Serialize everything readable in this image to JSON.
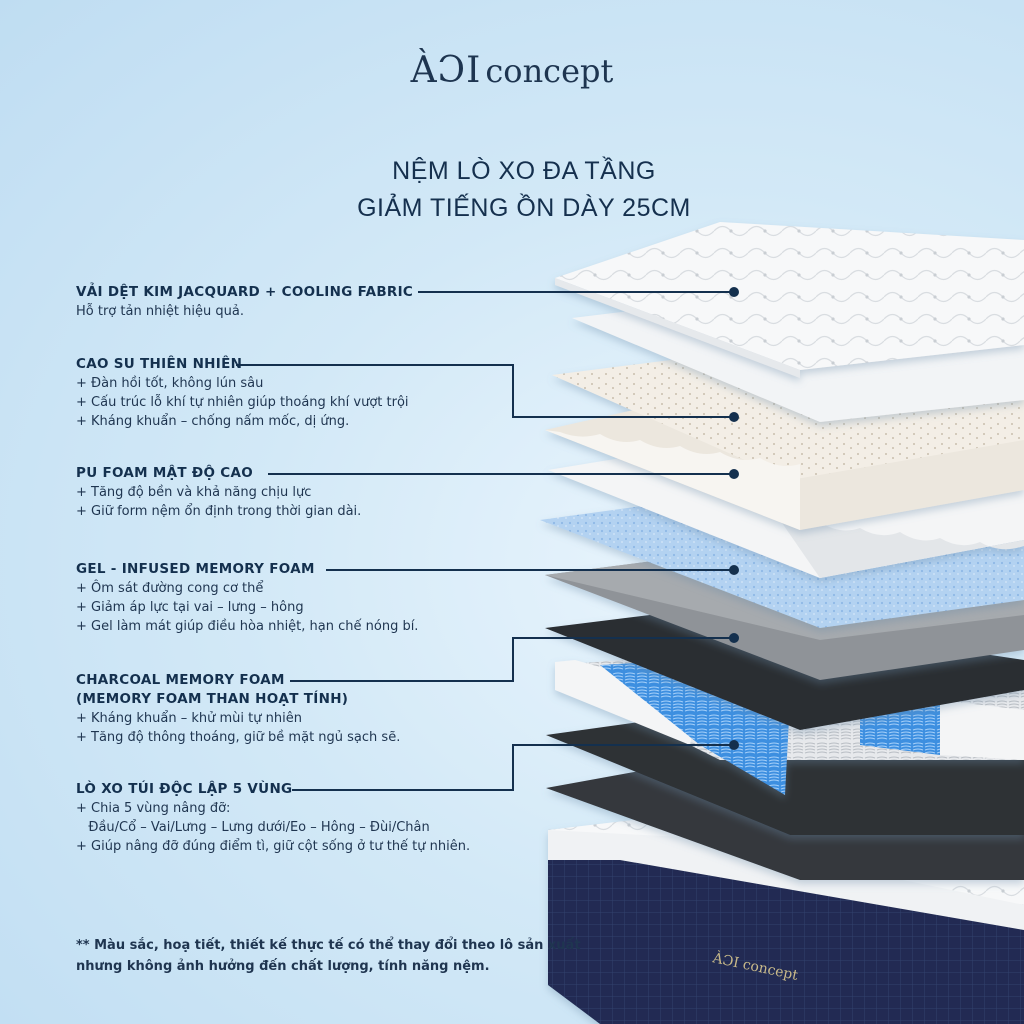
{
  "brand": {
    "mark": "ÀƆI",
    "word": "concept"
  },
  "title": {
    "line1": "NỆM LÒ XO ĐA TẦNG",
    "line2": "GIẢM TIẾNG ỒN  DÀY 25CM"
  },
  "layers": [
    {
      "heading": "VẢI DỆT KIM JACQUARD + COOLING FABRIC",
      "lines": [
        "Hỗ trợ tản nhiệt hiệu quả."
      ]
    },
    {
      "heading": "CAO SU THIÊN NHIÊN",
      "lines": [
        "+ Đàn hồi tốt, không lún sâu",
        "+ Cấu trúc lỗ khí tự nhiên giúp thoáng khí vượt trội",
        "+ Kháng khuẩn – chống nấm mốc, dị ứng."
      ]
    },
    {
      "heading": "PU FOAM MẬT ĐỘ CAO",
      "lines": [
        "+ Tăng độ bền và khả năng chịu lực",
        "+ Giữ form nệm ổn định trong thời gian dài."
      ]
    },
    {
      "heading": "GEL - INFUSED MEMORY FOAM",
      "lines": [
        "+ Ôm sát đường cong cơ thể",
        "+ Giảm áp lực tại vai – lưng – hông",
        "+ Gel làm mát giúp điều hòa nhiệt, hạn chế nóng bí."
      ]
    },
    {
      "heading": "CHARCOAL MEMORY FOAM",
      "heading2": "(MEMORY FOAM THAN HOẠT TÍNH)",
      "lines": [
        "+ Kháng khuẩn – khử mùi tự nhiên",
        "+ Tăng độ thông thoáng, giữ bề mặt ngủ sạch sẽ."
      ]
    },
    {
      "heading": "LÒ XO TÚI ĐỘC LẬP 5 VÙNG",
      "lines": [
        "+ Chia 5 vùng nâng đỡ:",
        "   Đầu/Cổ – Vai/Lưng – Lưng dưới/Eo – Hông – Đùi/Chân",
        "+ Giúp nâng đỡ đúng điểm tì, giữ cột sống ở tư thế tự nhiên."
      ]
    }
  ],
  "note": {
    "line1": "** Màu sắc, hoạ tiết, thiết kế thực tế có thể thay đổi theo lô sản xuất",
    "line2": "nhưng không ảnh hưởng đến chất lượng, tính năng nệm."
  },
  "colors": {
    "navy": "#14304e",
    "background": "#d3e9f7",
    "gel_blue": "#a8cbee",
    "charcoal": "#2f3237",
    "spring_blue": "#4a9de6",
    "mattress_base": "#1e2a4f"
  }
}
